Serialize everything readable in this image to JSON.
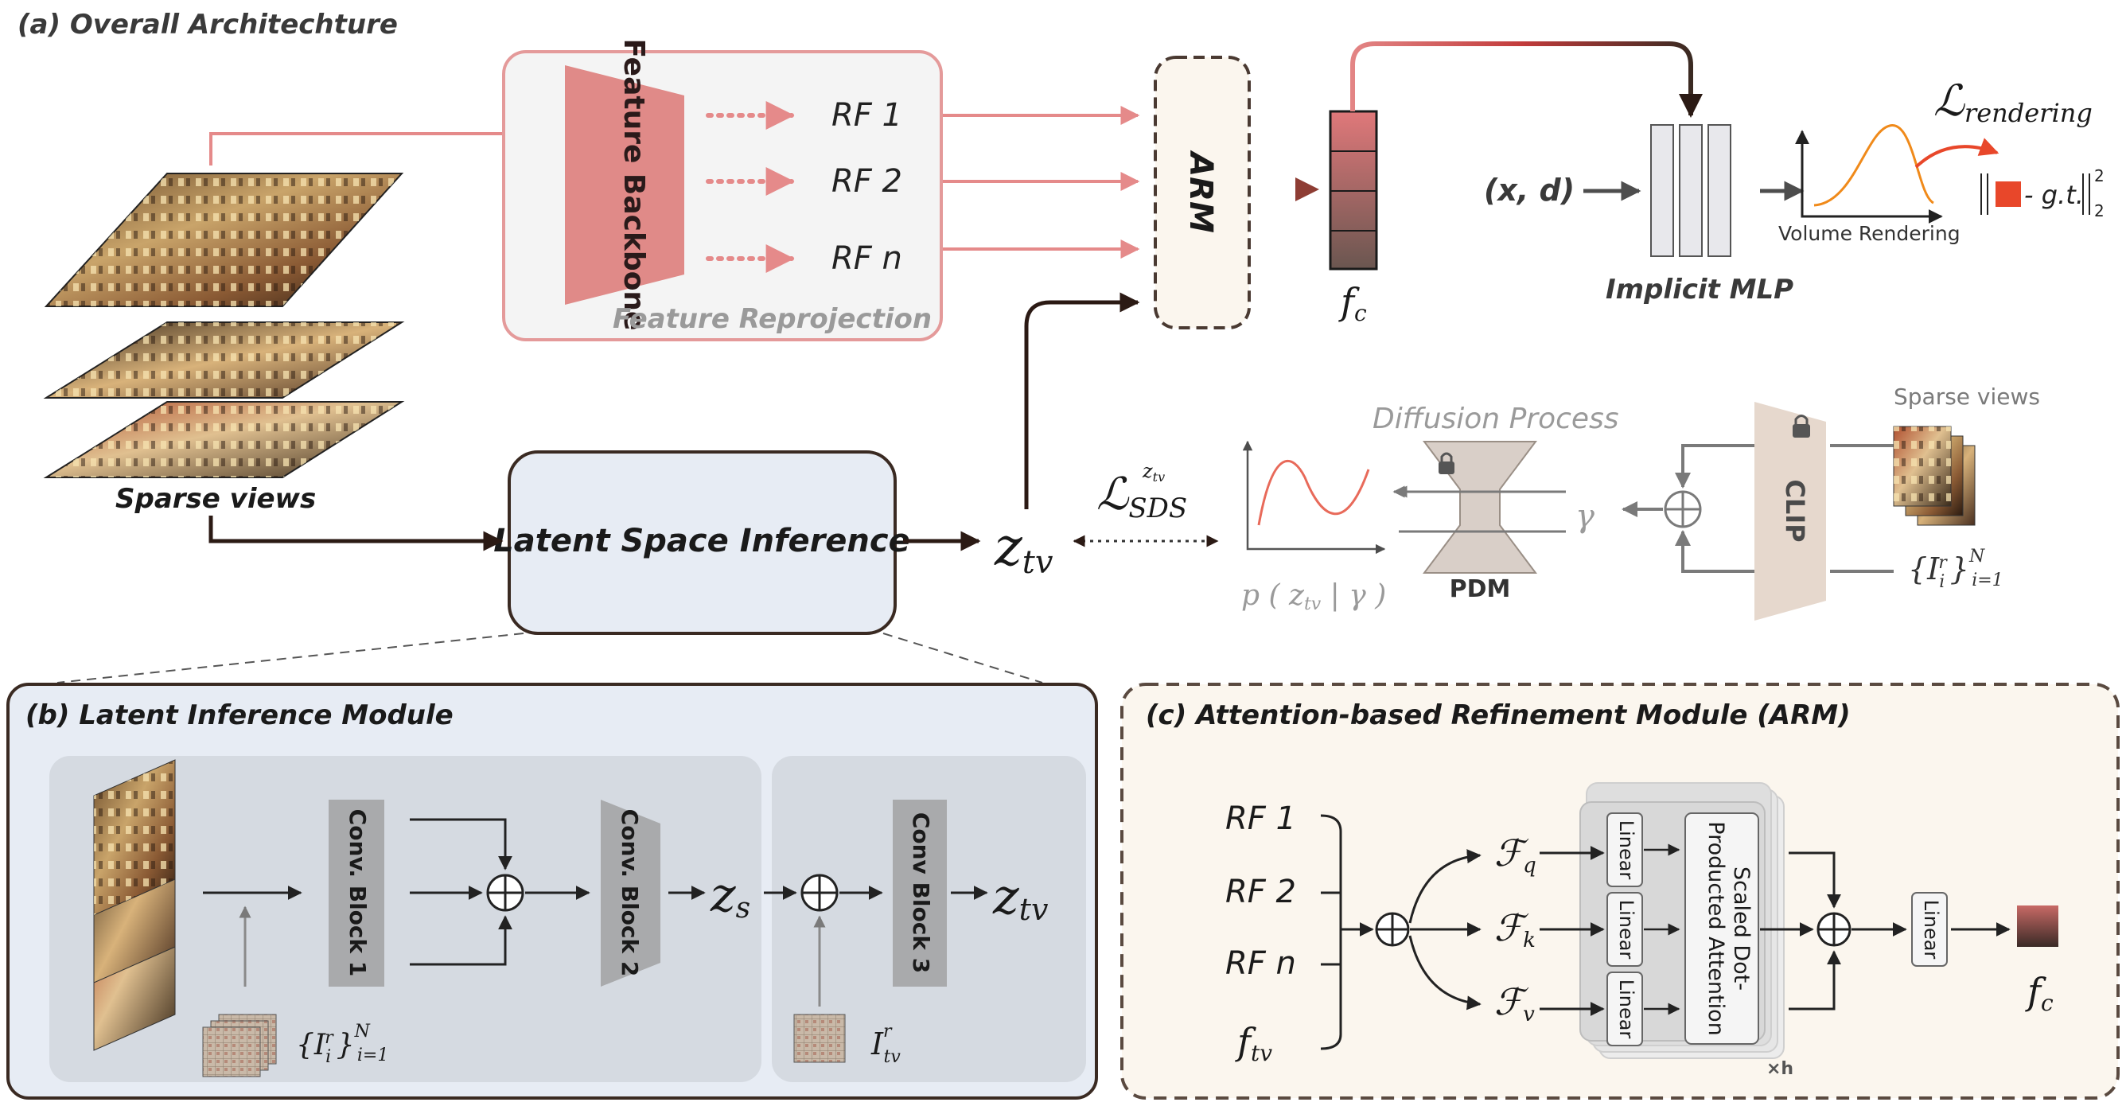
{
  "panel_a": {
    "title": "(a)  Overall Architechture",
    "sparse_views_label": "Sparse views",
    "feature_backbone_label": "Feature Backbone",
    "rf_labels": [
      "RF 1",
      "RF 2",
      "RF n"
    ],
    "feature_reprojection_label": "Feature Reprojection",
    "arm_label": "ARM",
    "fc_label": "f",
    "fc_sub": "c",
    "xd_label": "(x, d)",
    "implicit_mlp_label": "Implicit MLP",
    "volume_rendering_label": "Volume Rendering",
    "l_rendering_main": "ℒ",
    "l_rendering_sub": "rendering",
    "gt_label": "- g.t.",
    "norm_sup": "2",
    "norm_sub": "2",
    "latent_space_inference_label": "Latent Space Inference",
    "ztv_main": "z",
    "ztv_sub": "tv",
    "lsds_main": "ℒ",
    "lsds_sub": "SDS",
    "lsds_sup": "z",
    "lsds_sup_sub": "tv",
    "diffusion_process_label": "Diffusion Process",
    "pdm_label": "PDM",
    "p_label": "p ( z",
    "p_label_sub": "tv",
    "p_label_end": " | γ )",
    "gamma_label": "γ",
    "clip_label": "CLIP",
    "sparse_views_right_label": "Sparse views",
    "ir_set_label": "{I",
    "ir_set_sup": "r",
    "ir_set_sub": "i",
    "ir_set_end": "}",
    "ir_set_N": "N",
    "ir_set_range": "i=1"
  },
  "panel_b": {
    "title": "(b) Latent Inference Module",
    "conv1_label": "Conv. Block 1",
    "conv2_label": "Conv. Block 2",
    "conv3_label": "Conv Block 3",
    "zs_main": "z",
    "zs_sub": "s",
    "ztv_main": "z",
    "ztv_sub": "tv",
    "ir_set_label": "{I",
    "ir_set_sup": "r",
    "ir_set_sub": "i",
    "ir_set_end": "}",
    "ir_set_N": "N",
    "ir_set_range": "i=1",
    "irtv_main": "I",
    "irtv_sup": "r",
    "irtv_sub": "tv"
  },
  "panel_c": {
    "title": "(c)  Attention-based Refinement Module (ARM)",
    "inputs": [
      "RF 1",
      "RF 2",
      "RF n"
    ],
    "ftv_main": "f",
    "ftv_sub": "tv",
    "fq_main": "ℱ",
    "fq_sub": "q",
    "fk_main": "ℱ",
    "fk_sub": "k",
    "fv_main": "ℱ",
    "fv_sub": "v",
    "linear_label": "Linear",
    "attention_line1": "Scaled Dot-",
    "attention_line2": "Producted Attention",
    "xh_label": "×h",
    "fc_main": "f",
    "fc_sub": "c"
  },
  "colors": {
    "pink": "#e38585",
    "pink_fill": "#f3f3f3",
    "backbone": "#e08a88",
    "dark_arrow": "#2b1a14",
    "gray": "#888888",
    "blue_panel": "#e7ecf4",
    "cream_panel": "#fbf6ee",
    "dark_border": "#3a2a22"
  }
}
